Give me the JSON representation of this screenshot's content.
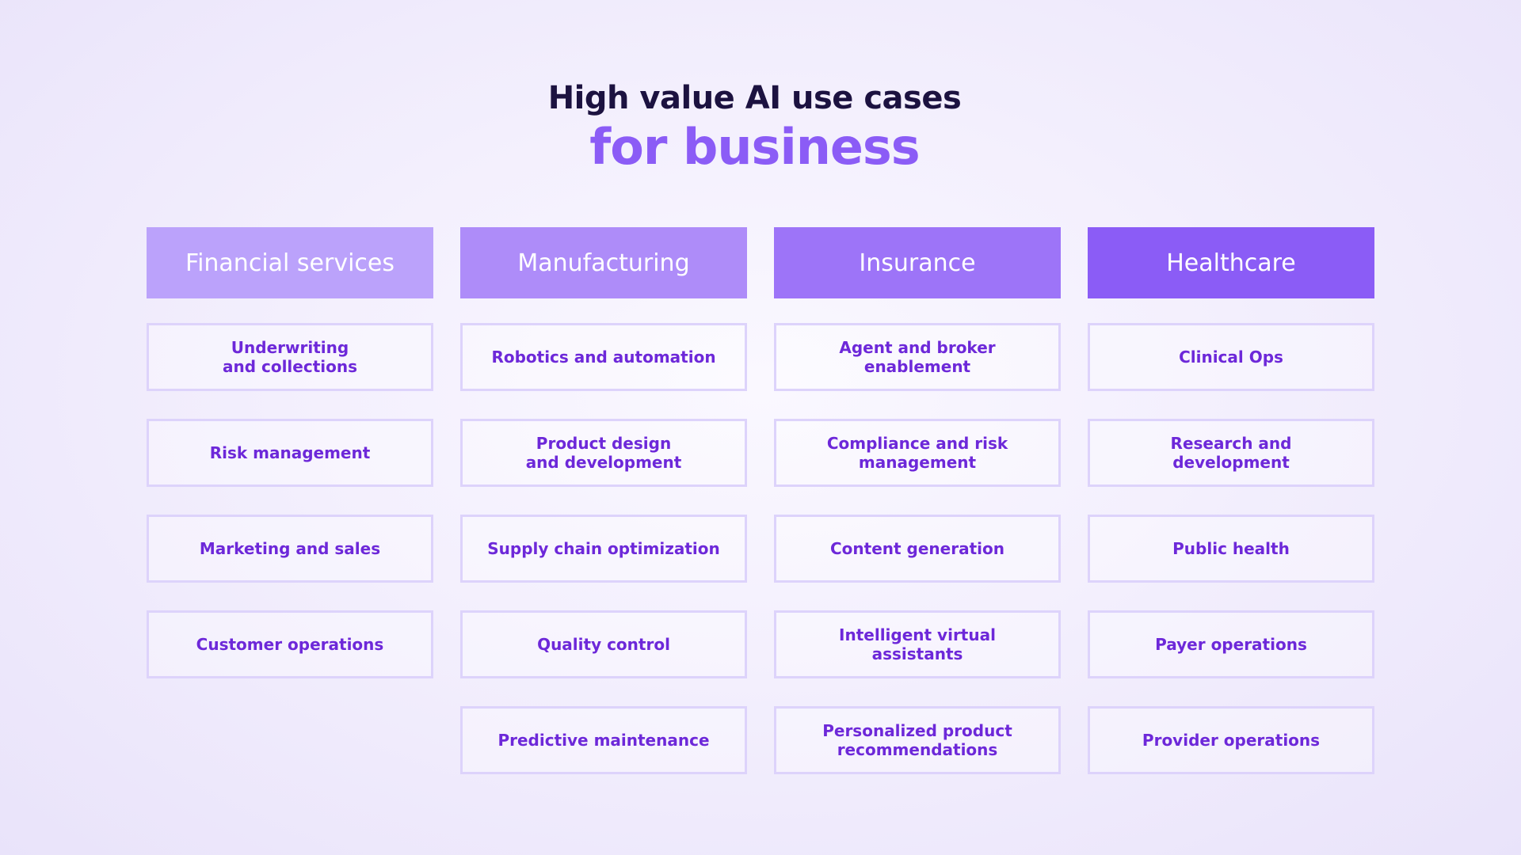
{
  "title": {
    "line1": "High value AI use cases",
    "line2": "for business"
  },
  "colors": {
    "title_dark": "#1c1240",
    "title_accent": "#8b5cf6",
    "card_text": "#6d28d9",
    "card_border": "#ddd3fb"
  },
  "columns": [
    {
      "header": "Financial services",
      "header_color": "#bba2fb",
      "items": [
        "Underwriting\nand collections",
        "Risk management",
        "Marketing and sales",
        "Customer operations"
      ]
    },
    {
      "header": "Manufacturing",
      "header_color": "#ae8cf9",
      "items": [
        "Robotics and automation",
        "Product design\nand development",
        "Supply chain optimization",
        "Quality control",
        "Predictive maintenance"
      ]
    },
    {
      "header": "Insurance",
      "header_color": "#9d74f8",
      "items": [
        "Agent and broker\nenablement",
        "Compliance and risk\nmanagement",
        "Content generation",
        "Intelligent virtual\nassistants",
        "Personalized product\nrecommendations"
      ]
    },
    {
      "header": "Healthcare",
      "header_color": "#8b5cf6",
      "items": [
        "Clinical Ops",
        "Research and\ndevelopment",
        "Public health",
        "Payer operations",
        "Provider operations"
      ]
    }
  ]
}
